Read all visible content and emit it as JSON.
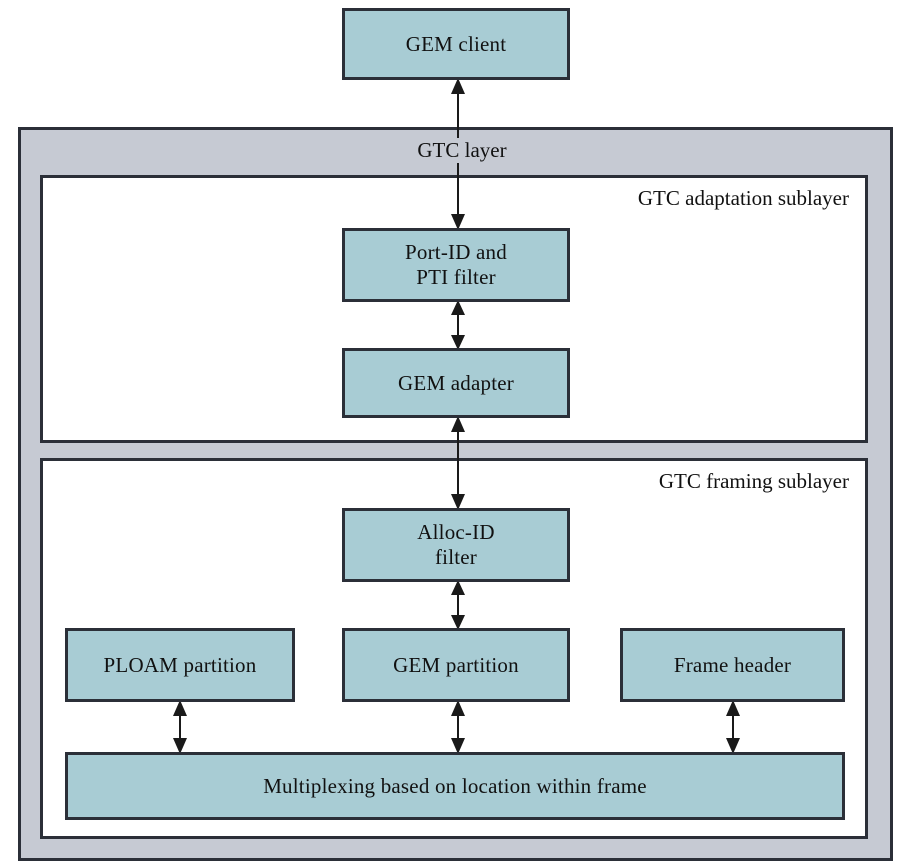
{
  "diagram": {
    "title_context": "GEM / GTC layer block diagram",
    "colors": {
      "box_fill": "#a8ccd4",
      "box_border": "#2b2f38",
      "layer_fill": "#c6cad3",
      "sublayer_fill": "#ffffff",
      "text": "#111111",
      "connector": "#1a1a1a"
    },
    "labels": {
      "gtc_layer": "GTC layer",
      "gtc_adaptation_sublayer": "GTC adaptation sublayer",
      "gtc_framing_sublayer": "GTC framing sublayer"
    },
    "boxes": {
      "gem_client": "GEM client",
      "port_id_pti_filter": "Port-ID and\nPTI filter",
      "gem_adapter": "GEM adapter",
      "alloc_id_filter": "Alloc-ID\nfilter",
      "ploam_partition": "PLOAM partition",
      "gem_partition": "GEM partition",
      "frame_header": "Frame header",
      "multiplexing": "Multiplexing based on location within frame"
    },
    "connectors": [
      {
        "name": "gem-client-to-port-id-filter",
        "from": "GEM client",
        "to": "Port-ID and PTI filter",
        "style": "double-headed-vertical"
      },
      {
        "name": "port-id-filter-to-gem-adapter",
        "from": "Port-ID and PTI filter",
        "to": "GEM adapter",
        "style": "double-headed-vertical"
      },
      {
        "name": "gem-adapter-to-alloc-id-filter",
        "from": "GEM adapter",
        "to": "Alloc-ID filter",
        "style": "double-headed-vertical"
      },
      {
        "name": "alloc-id-filter-to-gem-partition",
        "from": "Alloc-ID filter",
        "to": "GEM partition",
        "style": "double-headed-vertical"
      },
      {
        "name": "ploam-partition-to-multiplexing",
        "from": "PLOAM partition",
        "to": "Multiplexing based on location within frame",
        "style": "double-headed-vertical"
      },
      {
        "name": "gem-partition-to-multiplexing",
        "from": "GEM partition",
        "to": "Multiplexing based on location within frame",
        "style": "double-headed-vertical"
      },
      {
        "name": "frame-header-to-multiplexing",
        "from": "Frame header",
        "to": "Multiplexing based on location within frame",
        "style": "double-headed-vertical"
      }
    ]
  }
}
